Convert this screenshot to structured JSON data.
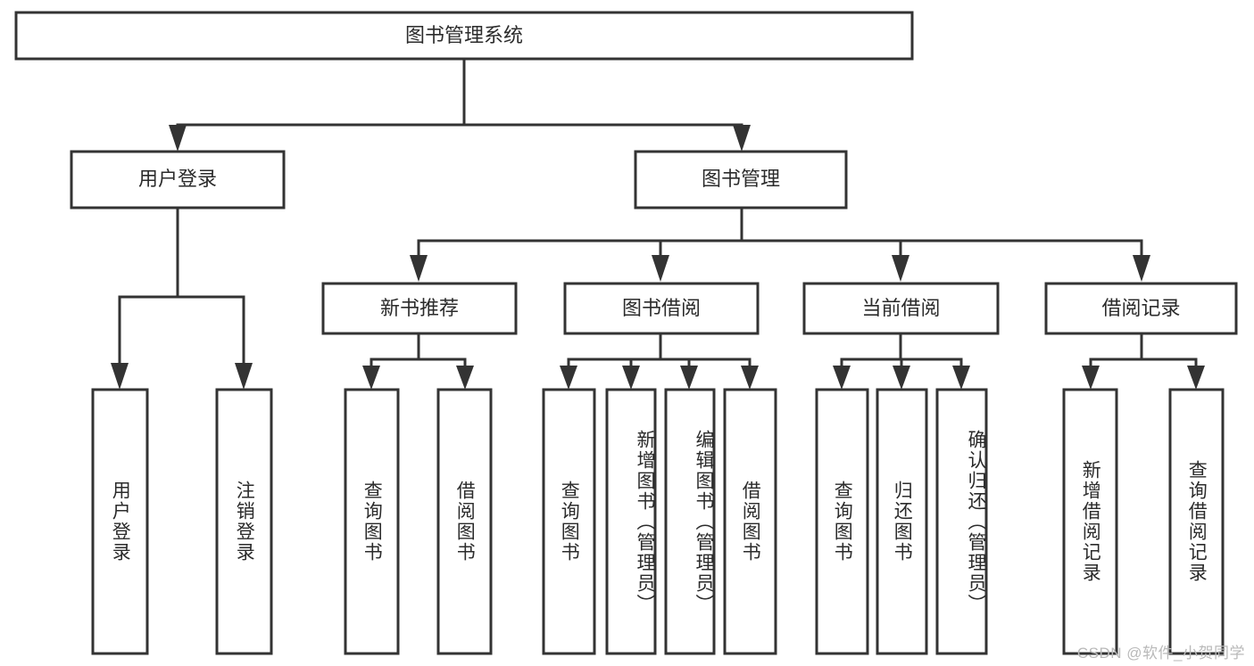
{
  "diagram": {
    "title": "图书管理系统",
    "type": "tree-hierarchy-chart",
    "watermark": "CSDN @软件_小贺同学",
    "colors": {
      "stroke": "#333333",
      "fill": "#ffffff",
      "text": "#2b2b2b",
      "watermark": "#b9b9b9",
      "background": "#ffffff"
    },
    "nodes": {
      "root": {
        "label": "图书管理系统",
        "level": 1,
        "orientation": "horizontal"
      },
      "user_login": {
        "label": "用户登录",
        "level": 2,
        "orientation": "horizontal"
      },
      "book_manage": {
        "label": "图书管理",
        "level": 2,
        "orientation": "horizontal"
      },
      "new_book_rec": {
        "label": "新书推荐",
        "level": 3,
        "orientation": "horizontal"
      },
      "book_borrow": {
        "label": "图书借阅",
        "level": 3,
        "orientation": "horizontal"
      },
      "current_borrow": {
        "label": "当前借阅",
        "level": 3,
        "orientation": "horizontal"
      },
      "borrow_record": {
        "label": "借阅记录",
        "level": 3,
        "orientation": "horizontal"
      },
      "leaf_user_login": {
        "label": "用户登录",
        "level": 4,
        "orientation": "vertical"
      },
      "leaf_logout": {
        "label": "注销登录",
        "level": 4,
        "orientation": "vertical"
      },
      "leaf_query_book_1": {
        "label": "查询图书",
        "level": 4,
        "orientation": "vertical"
      },
      "leaf_borrow_book_1": {
        "label": "借阅图书",
        "level": 4,
        "orientation": "vertical"
      },
      "leaf_query_book_2": {
        "label": "查询图书",
        "level": 4,
        "orientation": "vertical"
      },
      "leaf_add_book": {
        "label": "新增图书（管理员）",
        "level": 4,
        "orientation": "vertical"
      },
      "leaf_edit_book": {
        "label": "编辑图书（管理员）",
        "level": 4,
        "orientation": "vertical"
      },
      "leaf_borrow_book_2": {
        "label": "借阅图书",
        "level": 4,
        "orientation": "vertical"
      },
      "leaf_query_book_3": {
        "label": "查询图书",
        "level": 4,
        "orientation": "vertical"
      },
      "leaf_return_book": {
        "label": "归还图书",
        "level": 4,
        "orientation": "vertical"
      },
      "leaf_confirm_return": {
        "label": "确认归还（管理员）",
        "level": 4,
        "orientation": "vertical"
      },
      "leaf_add_record": {
        "label": "新增借阅记录",
        "level": 4,
        "orientation": "vertical"
      },
      "leaf_query_record": {
        "label": "查询借阅记录",
        "level": 4,
        "orientation": "vertical"
      }
    },
    "edges": [
      {
        "from": "root",
        "to": "user_login"
      },
      {
        "from": "root",
        "to": "book_manage"
      },
      {
        "from": "user_login",
        "to": "leaf_user_login"
      },
      {
        "from": "user_login",
        "to": "leaf_logout"
      },
      {
        "from": "book_manage",
        "to": "new_book_rec"
      },
      {
        "from": "book_manage",
        "to": "book_borrow"
      },
      {
        "from": "book_manage",
        "to": "current_borrow"
      },
      {
        "from": "book_manage",
        "to": "borrow_record"
      },
      {
        "from": "new_book_rec",
        "to": "leaf_query_book_1"
      },
      {
        "from": "new_book_rec",
        "to": "leaf_borrow_book_1"
      },
      {
        "from": "book_borrow",
        "to": "leaf_query_book_2"
      },
      {
        "from": "book_borrow",
        "to": "leaf_add_book"
      },
      {
        "from": "book_borrow",
        "to": "leaf_edit_book"
      },
      {
        "from": "book_borrow",
        "to": "leaf_borrow_book_2"
      },
      {
        "from": "current_borrow",
        "to": "leaf_query_book_3"
      },
      {
        "from": "current_borrow",
        "to": "leaf_return_book"
      },
      {
        "from": "current_borrow",
        "to": "leaf_confirm_return"
      },
      {
        "from": "borrow_record",
        "to": "leaf_add_record"
      },
      {
        "from": "borrow_record",
        "to": "leaf_query_record"
      }
    ]
  }
}
